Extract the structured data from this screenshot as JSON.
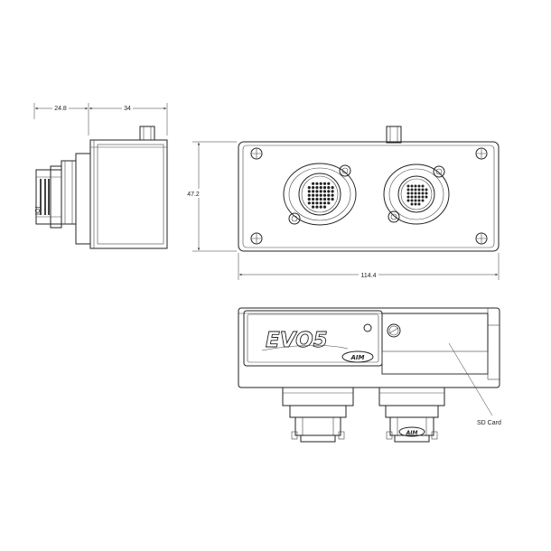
{
  "dimensions": {
    "side_depth": "24.8",
    "side_width": "34",
    "height": "47.2",
    "length": "114.4"
  },
  "labels": {
    "sd_card": "SD Card"
  },
  "logo": {
    "product": "EVO5",
    "brand": "AIM",
    "connector_brand": "AIM",
    "side_marking": "IOI"
  }
}
